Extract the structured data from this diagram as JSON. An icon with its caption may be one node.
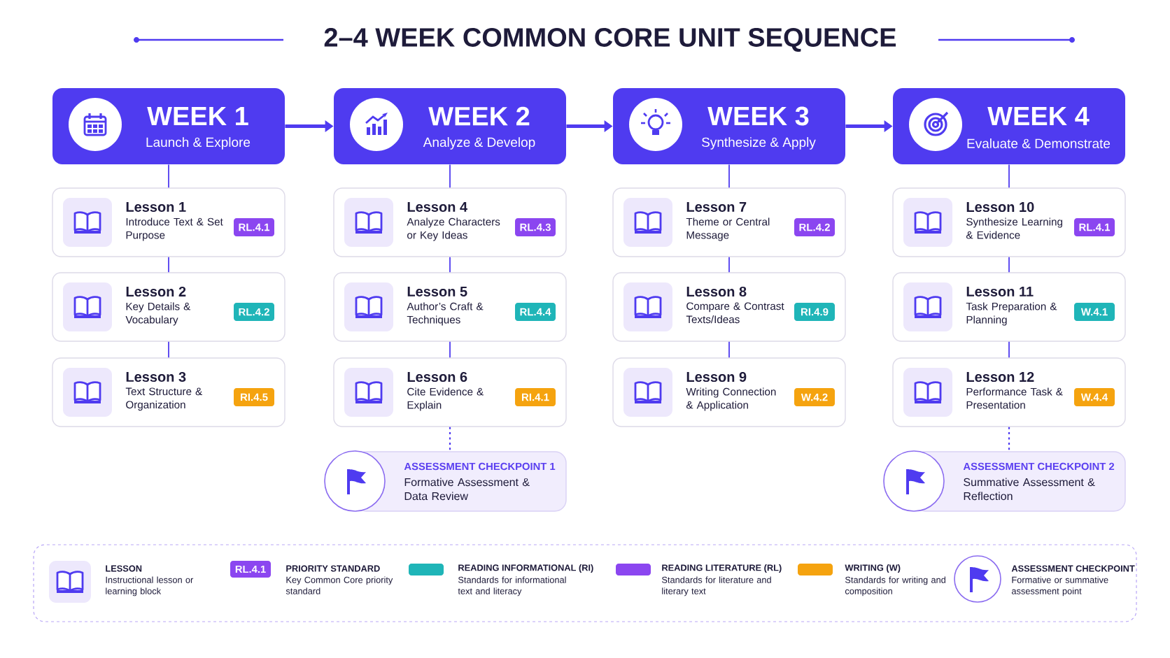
{
  "diagram": {
    "title": "2–4 WEEK COMMON CORE UNIT SEQUENCE",
    "nodes": [
      {
        "text": [
          "WEEK 1",
          "Launch & Explore"
        ]
      },
      {
        "text": [
          "WEEK 2",
          "Analyze & Develop"
        ]
      },
      {
        "text": [
          "WEEK 3",
          "Synthesize & Apply"
        ]
      },
      {
        "text": [
          "WEEK 4",
          "Evaluate & Demonstrate"
        ]
      },
      {
        "text": [
          "Lesson 1",
          "Introduce Text & Set Purpose"
        ]
      },
      {
        "text": [
          "RL.4.1"
        ],
        "in": 4
      },
      {
        "text": [
          "Lesson 2",
          "Key Details & Vocabulary"
        ]
      },
      {
        "text": [
          "RL.4.2"
        ],
        "in": 6
      },
      {
        "text": [
          "Lesson 3",
          "Text Structure & Organization"
        ]
      },
      {
        "text": [
          "RI.4.5"
        ],
        "in": 8
      },
      {
        "text": [
          "Lesson 4",
          "Analyze Characters or Key Ideas"
        ]
      },
      {
        "text": [
          "RL.4.3"
        ],
        "in": 10
      },
      {
        "text": [
          "Lesson 5",
          "Author’s Craft & Techniques"
        ]
      },
      {
        "text": [
          "RL.4.4"
        ],
        "in": 12
      },
      {
        "text": [
          "Lesson 6",
          "Cite Evidence & Explain"
        ]
      },
      {
        "text": [
          "RI.4.1"
        ],
        "in": 14
      },
      {
        "text": [
          "Lesson 7",
          "Theme or Central Message"
        ]
      },
      {
        "text": [
          "RL.4.2"
        ],
        "in": 16
      },
      {
        "text": [
          "Lesson 8",
          "Compare & Contrast Texts/Ideas"
        ]
      },
      {
        "text": [
          "RI.4.9"
        ],
        "in": 18
      },
      {
        "text": [
          "Lesson 9",
          "Writing Connection & Application"
        ]
      },
      {
        "text": [
          "W.4.2"
        ],
        "in": 20
      },
      {
        "text": [
          "Lesson 10",
          "Synthesize Learning & Evidence"
        ]
      },
      {
        "text": [
          "RL.4.1"
        ],
        "in": 22
      },
      {
        "text": [
          "Lesson 11",
          "Task Preparation & Planning"
        ]
      },
      {
        "text": [
          "W.4.1"
        ],
        "in": 24
      },
      {
        "text": [
          "Lesson 12",
          "Performance Task & Presentation"
        ]
      },
      {
        "text": [
          "W.4.4"
        ],
        "in": 26
      },
      {
        "text": [
          "ASSESSMENT CHECKPOINT 1",
          "Formative Assessment & Data Review"
        ]
      },
      {
        "text": [
          "ASSESSMENT CHECKPOINT 2",
          "Summative Assessment & Reflection"
        ]
      },
      {
        "text": [
          "RL.4.1"
        ]
      }
    ],
    "edges": [
      {
        "from": 0,
        "to": 1,
        "arrow": "to",
        "style": "thick"
      },
      {
        "from": 1,
        "to": 2,
        "arrow": "to",
        "style": "thick"
      },
      {
        "from": 2,
        "to": 3,
        "arrow": "to",
        "style": "thick"
      },
      {
        "from": 0,
        "to": 4,
        "arrow": "none"
      },
      {
        "from": 4,
        "to": 6,
        "arrow": "none"
      },
      {
        "from": 6,
        "to": 8,
        "arrow": "none"
      },
      {
        "from": 1,
        "to": 10,
        "arrow": "none"
      },
      {
        "from": 10,
        "to": 12,
        "arrow": "none"
      },
      {
        "from": 12,
        "to": 14,
        "arrow": "none"
      },
      {
        "from": 2,
        "to": 16,
        "arrow": "none"
      },
      {
        "from": 16,
        "to": 18,
        "arrow": "none"
      },
      {
        "from": 18,
        "to": 20,
        "arrow": "none"
      },
      {
        "from": 3,
        "to": 22,
        "arrow": "none"
      },
      {
        "from": 22,
        "to": 24,
        "arrow": "none"
      },
      {
        "from": 24,
        "to": 26,
        "arrow": "none"
      },
      {
        "from": 14,
        "to": 28,
        "arrow": "none",
        "style": "dashed"
      },
      {
        "from": 26,
        "to": 29,
        "arrow": "none",
        "style": "dashed"
      }
    ],
    "labels": [
      "Instructional lesson or learning block",
      "Key Common Core priority standard",
      "Standards for informational text and literacy",
      "Standards for literature and literary text",
      "Standards for writing and composition",
      "Formative or summative assessment point"
    ],
    "legend": [
      {
        "text": "LESSON"
      },
      {
        "text": "PRIORITY STANDARD"
      },
      {
        "text": "READING INFORMATIONAL (RI)",
        "color": "#1fb5b8"
      },
      {
        "text": "READING LITERATURE (RL)",
        "color": "#8b46f0"
      },
      {
        "text": "WRITING (W)",
        "color": "#f5a30f"
      },
      {
        "text": "ASSESSMENT CHECKPOINT"
      }
    ]
  }
}
